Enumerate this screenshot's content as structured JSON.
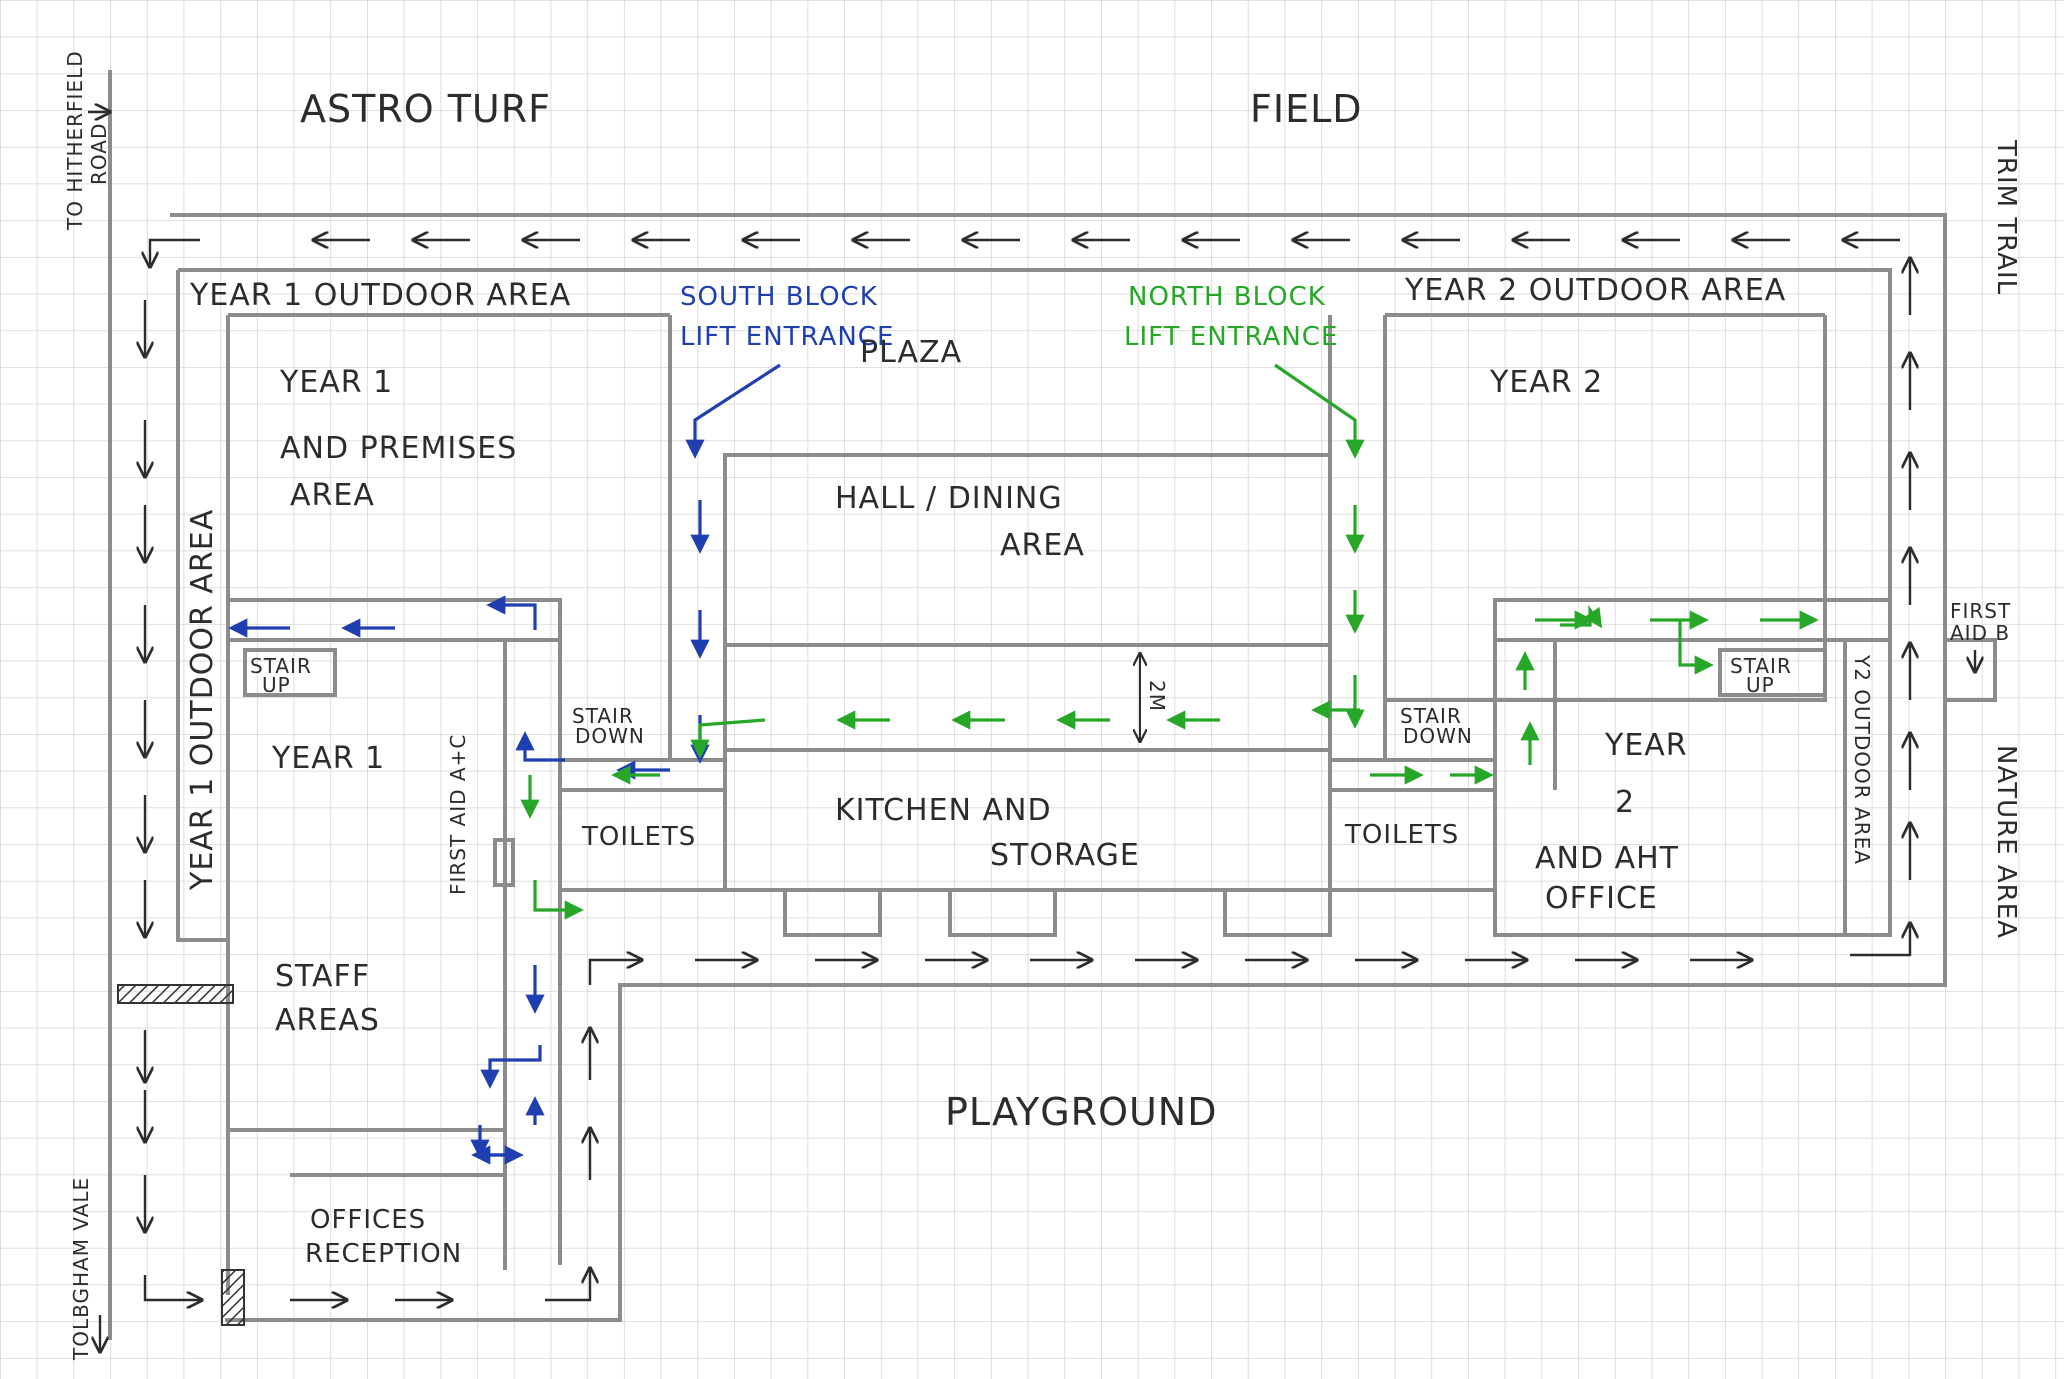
{
  "labels": {
    "astro_turf": "ASTRO TURF",
    "field": "FIELD",
    "to_hitherfield_line1": "TO HITHERFIELD",
    "to_hitherfield_line2": "ROAD",
    "trim_trail": "TRIM TRAIL",
    "nature_area": "NATURE AREA",
    "tolbgham_vale": "TOLBGHAM VALE",
    "year1_outdoor_top": "YEAR 1 OUTDOOR AREA",
    "year1_outdoor_side": "YEAR 1 OUTDOOR AREA",
    "year2_outdoor_top": "YEAR 2 OUTDOOR AREA",
    "y2_outdoor_side": "Y2 OUTDOOR AREA",
    "south_block_line1": "SOUTH BLOCK",
    "south_block_line2": "LIFT ENTRANCE",
    "north_block_line1": "NORTH BLOCK",
    "north_block_line2": "LIFT ENTRANCE",
    "plaza": "PLAZA",
    "year1_premises_line1": "YEAR 1",
    "year1_premises_line2": "AND PREMISES",
    "year1_premises_line3": "AREA",
    "year2_top": "YEAR 2",
    "hall_line1": "HALL / DINING",
    "hall_line2": "AREA",
    "stair_up_left_line1": "STAIR",
    "stair_up_left_line2": "UP",
    "stair_down_left_line1": "STAIR",
    "stair_down_left_line2": "DOWN",
    "stair_down_right_line1": "STAIR",
    "stair_down_right_line2": "DOWN",
    "stair_up_right_line1": "STAIR",
    "stair_up_right_line2": "UP",
    "year1": "YEAR 1",
    "first_aid_ac": "FIRST AID A+C",
    "toilets_left": "TOILETS",
    "toilets_right": "TOILETS",
    "kitchen_line1": "KITCHEN AND",
    "kitchen_line2": "STORAGE",
    "two_m": "2M",
    "year2_aht_line1": "YEAR",
    "year2_aht_line2": "2",
    "year2_aht_line3": "AND AHT",
    "year2_aht_line4": "OFFICE",
    "first_aid_b_line1": "FIRST",
    "first_aid_b_line2": "AID B",
    "staff_line1": "STAFF",
    "staff_line2": "AREAS",
    "playground": "PLAYGROUND",
    "offices_line1": "OFFICES",
    "offices_line2": "RECEPTION"
  },
  "colors": {
    "grid": "#d6d6d6",
    "wall": "#8c8c8c",
    "ink": "#2c2c2c",
    "south_route": "#1f3fb0",
    "north_route": "#27a727"
  }
}
